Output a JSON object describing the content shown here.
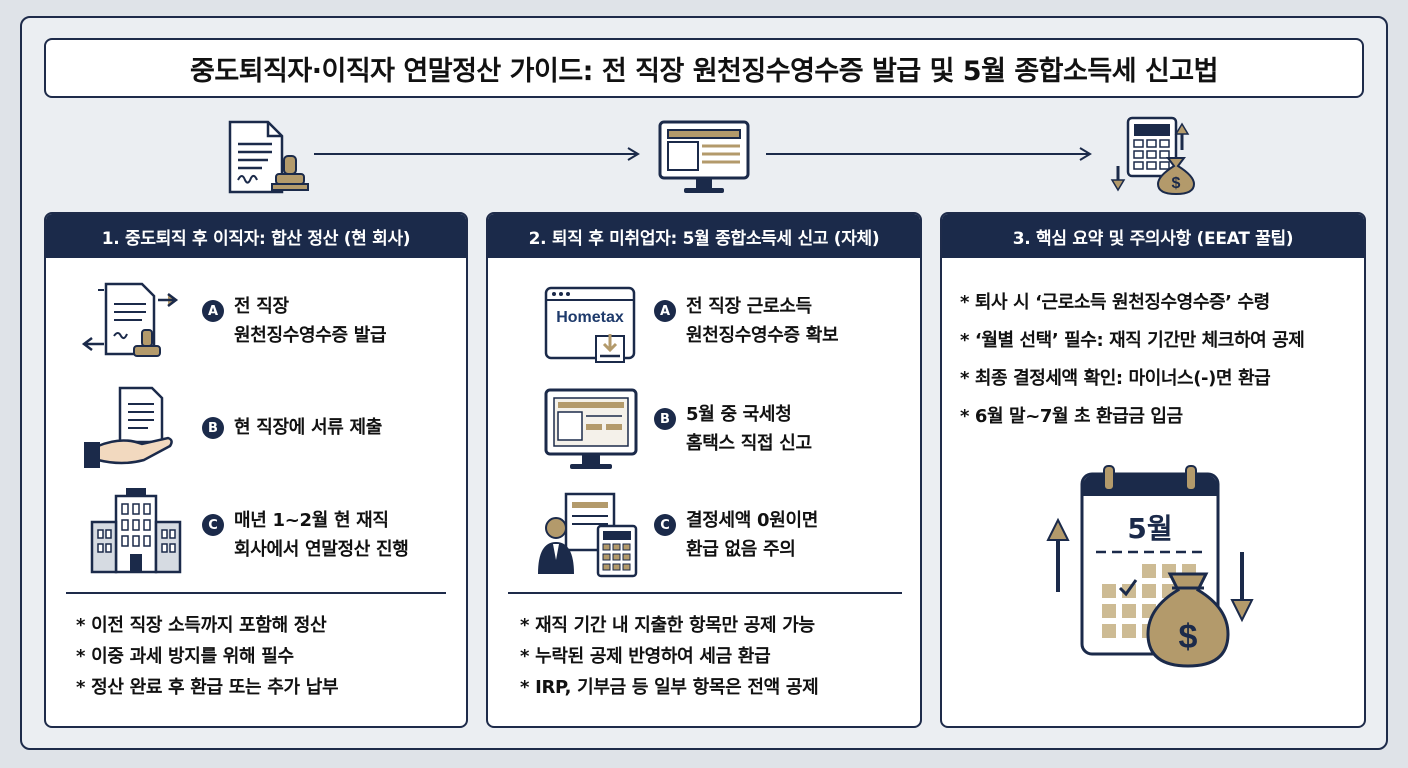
{
  "title": "중도퇴직자·이직자 연말정산 가이드: 전 직장 원천징수영수증 발급 및 5월 종합소득세 신고법",
  "top_icons": [
    "document-stamp-icon",
    "monitor-icon",
    "calculator-money-icon"
  ],
  "panels": [
    {
      "header": "1. 중도퇴직 후 이직자: 합산 정산 (현 회사)",
      "steps": [
        {
          "badge": "A",
          "lines": [
            "전 직장",
            "원천징수영수증 발급"
          ],
          "icon": "document-transfer-icon"
        },
        {
          "badge": "B",
          "lines": [
            "현 직장에 서류 제출"
          ],
          "icon": "hand-document-icon"
        },
        {
          "badge": "C",
          "lines": [
            "매년 1~2월 현 재직",
            "회사에서 연말정산 진행"
          ],
          "icon": "office-building-icon"
        }
      ],
      "notes": [
        "* 이전 직장 소득까지 포함해 정산",
        "* 이중 과세 방지를 위해 필수",
        "* 정산 완료 후 환급 또는 추가 납부"
      ]
    },
    {
      "header": "2. 퇴직 후 미취업자: 5월 종합소득세 신고 (자체)",
      "steps": [
        {
          "badge": "A",
          "lines": [
            "전 직장 근로소득",
            "원천징수영수증 확보"
          ],
          "icon": "hometax-download-icon",
          "icon_label": "Hometax"
        },
        {
          "badge": "B",
          "lines": [
            "5월 중 국세청",
            "홈택스 직접 신고"
          ],
          "icon": "monitor-form-icon"
        },
        {
          "badge": "C",
          "lines": [
            "결정세액 0원이면",
            "환급 없음 주의"
          ],
          "icon": "person-calculator-icon"
        }
      ],
      "notes": [
        "* 재직 기간 내 지출한 항목만 공제 가능",
        "* 누락된 공제 반영하여 세금 환급",
        "* IRP, 기부금 등 일부 항목은 전액 공제"
      ]
    },
    {
      "header": "3. 핵심 요약 및 주의사항 (EEAT 꿀팁)",
      "tips": [
        "* 퇴사 시 ‘근로소득 원천징수영수증’ 수령",
        "* ‘월별 선택’ 필수: 재직 기간만 체크하여 공제",
        "* 최종 결정세액 확인: 마이너스(-)면 환급",
        "* 6월 말~7월 초 환급금 입금"
      ],
      "calendar_label": "5월",
      "icon": "calendar-money-icon"
    }
  ],
  "colors": {
    "navy": "#1b2a4a",
    "gold": "#b39a6b",
    "background": "#ebeef2"
  }
}
